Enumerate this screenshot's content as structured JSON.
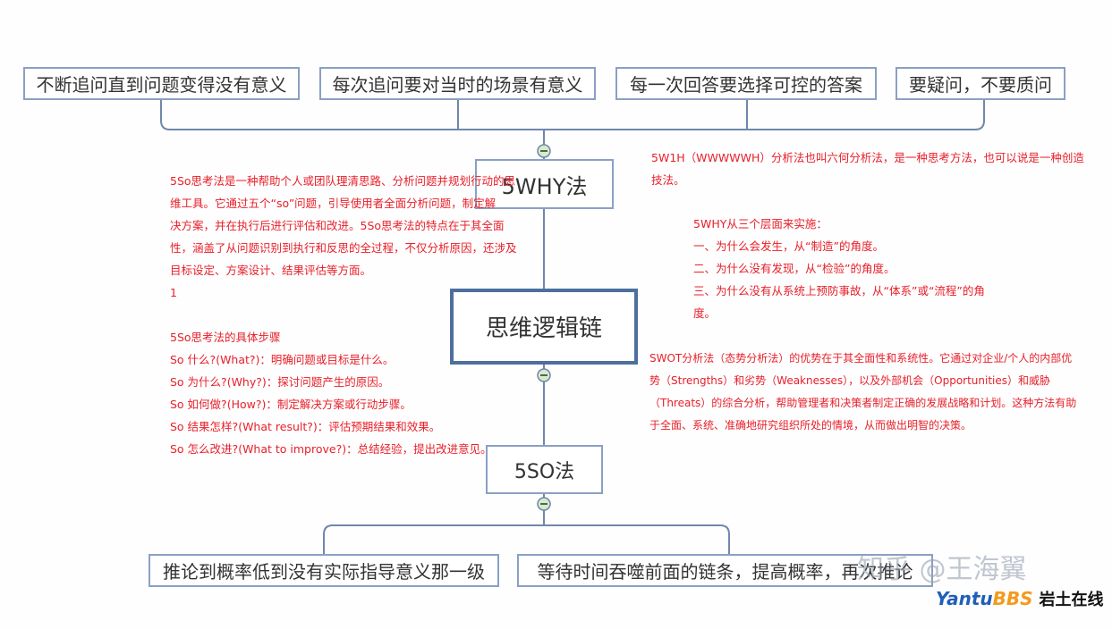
{
  "top_nodes": [
    "不断追问直到问题变得没有意义",
    "每次追问要对当时的场景有意义",
    "每一次回答要选择可控的答案",
    "要疑问，不要质问"
  ],
  "why_node": "5WHY法",
  "center_node": "思维逻辑链",
  "so_node": "5SO法",
  "bottom_nodes": [
    "推论到概率低到没有实际指导意义那一级",
    "等待时间吞噬前面的链条，提高概率，再次推论"
  ],
  "left_note": {
    "intro": [
      "5So思考法是一种帮助个人或团队理清思路、分析问题并规划行动的思",
      "维工具。它通过五个“so”问题，引导使用者全面分析问题，制定解",
      "决方案，并在执行后进行评估和改进。5So思考法的特点在于其全面",
      "性，涵盖了从问题识别到执行和反思的全过程，不仅分析原因，还涉及",
      "目标设定、方案设计、结果评估等方面。"
    ],
    "number": "1",
    "steps_title": "5So思考法的具体步骤",
    "steps": [
      "So 什么?(What?)：明确问题或目标是什么。",
      "So 为什么?(Why?)：探讨问题产生的原因。",
      "So 如何做?(How?)：制定解决方案或行动步骤。",
      "So 结果怎样?(What result?)：评估预期结果和效果。",
      "So 怎么改进?(What to improve?)：总结经验，提出改进意见。"
    ]
  },
  "right_note": {
    "intro": [
      "5W1H（WWWWWH）分析法也叫六何分析法，是一种思考方法，也可以说是一种创造",
      "技法。"
    ],
    "why_title": "5WHY从三个层面来实施：",
    "why_items": [
      "一、为什么会发生，从“制造”的角度。",
      "二、为什么没有发现，从“检验”的角度。",
      "三、为什么没有从系统上预防事故，从“体系”或“流程”的角",
      "度。"
    ],
    "swot": [
      "SWOT分析法（态势分析法）的优势在于其全面性和系统性。它通过对企业/个人的内部优",
      "势（Strengths）和劣势（Weaknesses），以及外部机会（Opportunities）和威胁",
      "（Threats）的综合分析，帮助管理者和决策者制定正确的发展战略和计划。这种方法有助",
      "于全面、系统、准确地研究组织所处的情境，从而做出明智的决策。"
    ]
  },
  "watermark": "知乎 @王海翼",
  "logo": {
    "yantu": "Yantu",
    "bbs": "BBS",
    "cn": "岩土在线"
  },
  "colors": {
    "note": "#e8202a",
    "border": "#8aa0c4",
    "center_border": "#4e6f9e"
  }
}
